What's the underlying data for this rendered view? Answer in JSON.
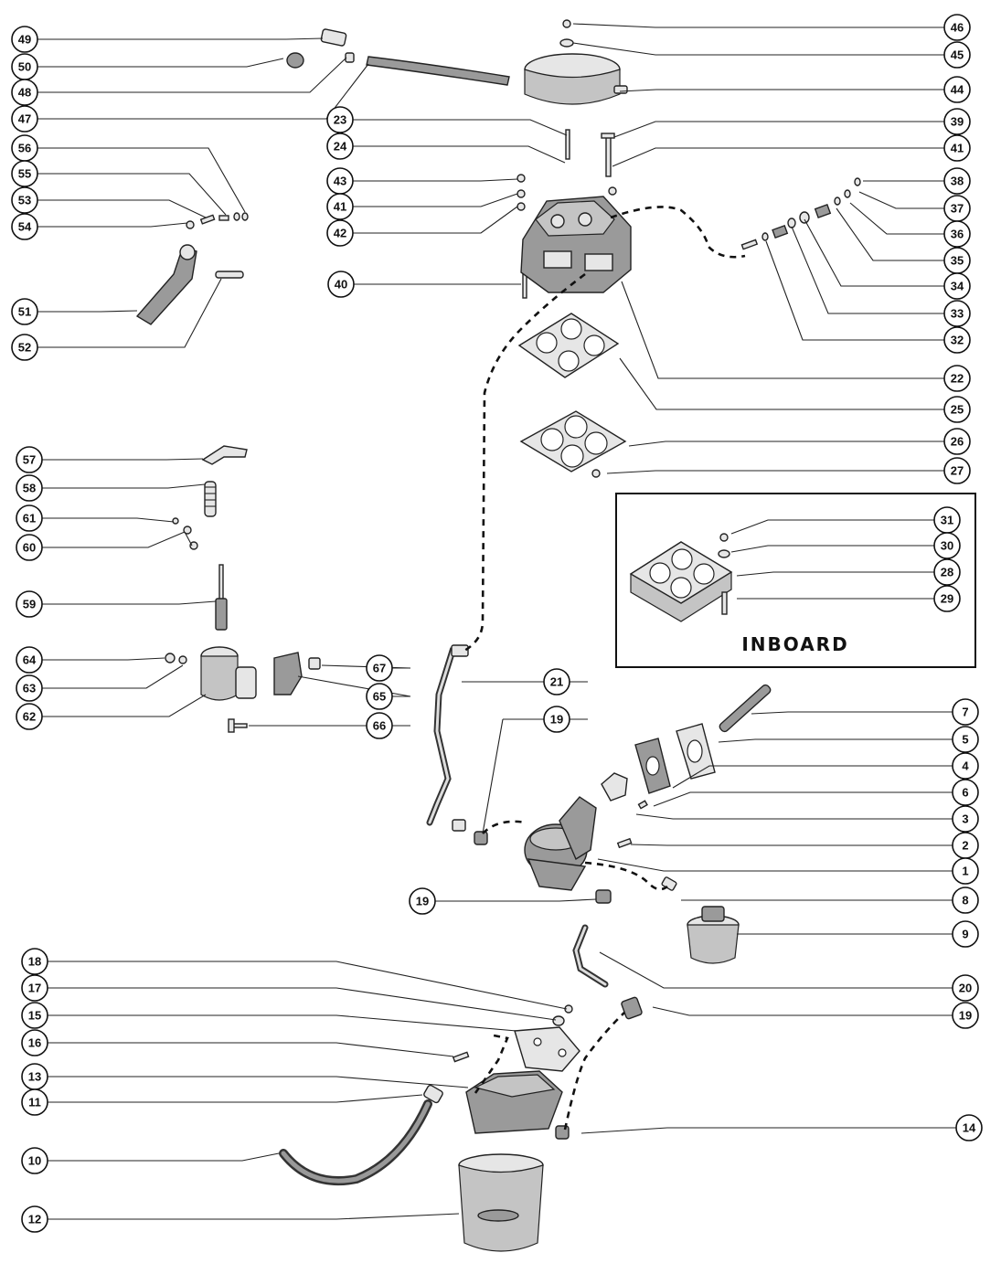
{
  "inset": {
    "label": "INBOARD"
  },
  "left_callouts": [
    {
      "label": "49"
    },
    {
      "label": "50"
    },
    {
      "label": "48"
    },
    {
      "label": "47"
    },
    {
      "label": "56"
    },
    {
      "label": "55"
    },
    {
      "label": "53"
    },
    {
      "label": "54"
    },
    {
      "label": "51"
    },
    {
      "label": "52"
    },
    {
      "label": "57"
    },
    {
      "label": "58"
    },
    {
      "label": "61"
    },
    {
      "label": "60"
    },
    {
      "label": "59"
    },
    {
      "label": "64"
    },
    {
      "label": "63"
    },
    {
      "label": "62"
    },
    {
      "label": "18"
    },
    {
      "label": "17"
    },
    {
      "label": "15"
    },
    {
      "label": "16"
    },
    {
      "label": "13"
    },
    {
      "label": "11"
    },
    {
      "label": "10"
    },
    {
      "label": "12"
    }
  ],
  "center_callouts": [
    {
      "label": "23"
    },
    {
      "label": "24"
    },
    {
      "label": "43"
    },
    {
      "label": "41"
    },
    {
      "label": "42"
    },
    {
      "label": "40"
    },
    {
      "label": "67"
    },
    {
      "label": "65"
    },
    {
      "label": "66"
    },
    {
      "label": "21"
    },
    {
      "label": "19"
    },
    {
      "label": "19"
    }
  ],
  "right_callouts": [
    {
      "label": "46"
    },
    {
      "label": "45"
    },
    {
      "label": "44"
    },
    {
      "label": "39"
    },
    {
      "label": "41"
    },
    {
      "label": "38"
    },
    {
      "label": "37"
    },
    {
      "label": "36"
    },
    {
      "label": "35"
    },
    {
      "label": "34"
    },
    {
      "label": "33"
    },
    {
      "label": "32"
    },
    {
      "label": "22"
    },
    {
      "label": "25"
    },
    {
      "label": "26"
    },
    {
      "label": "27"
    },
    {
      "label": "31"
    },
    {
      "label": "30"
    },
    {
      "label": "28"
    },
    {
      "label": "29"
    },
    {
      "label": "7"
    },
    {
      "label": "5"
    },
    {
      "label": "4"
    },
    {
      "label": "6"
    },
    {
      "label": "3"
    },
    {
      "label": "2"
    },
    {
      "label": "1"
    },
    {
      "label": "8"
    },
    {
      "label": "9"
    },
    {
      "label": "20"
    },
    {
      "label": "19"
    },
    {
      "label": "14"
    }
  ]
}
